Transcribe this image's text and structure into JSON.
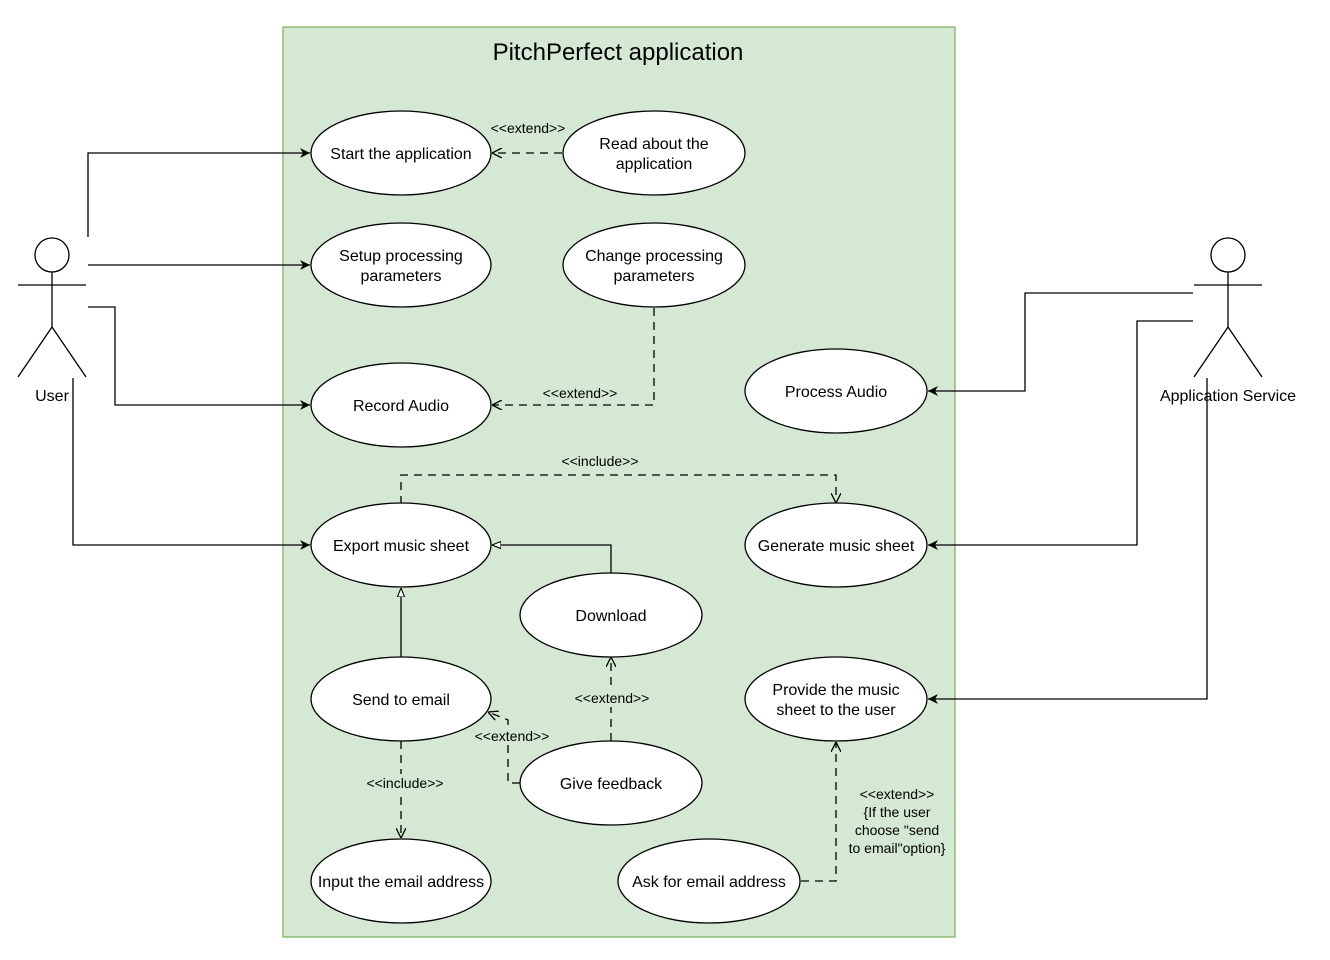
{
  "colors": {
    "system_fill": "#d5e8d4",
    "system_stroke": "#82b366",
    "line": "#000000",
    "ellipse_fill": "#ffffff"
  },
  "system": {
    "title": "PitchPerfect application"
  },
  "actors": {
    "user": {
      "label": "User"
    },
    "service": {
      "label": "Application Service"
    }
  },
  "use_cases": {
    "start": [
      "Start the application"
    ],
    "read_about": [
      "Read about the",
      "application"
    ],
    "setup": [
      "Setup processing",
      "parameters"
    ],
    "change": [
      "Change processing",
      "parameters"
    ],
    "record": [
      "Record Audio"
    ],
    "process": [
      "Process Audio"
    ],
    "export": [
      "Export music sheet"
    ],
    "generate": [
      "Generate music sheet"
    ],
    "download": [
      "Download"
    ],
    "send_email": [
      "Send to email"
    ],
    "provide": [
      "Provide the music",
      "sheet to the user"
    ],
    "feedback": [
      "Give feedback"
    ],
    "input_email": [
      "Input the email address"
    ],
    "ask_email": [
      "Ask for email address"
    ]
  },
  "relation_labels": {
    "extend_read": "<<extend>>",
    "extend_change": "<<extend>>",
    "include_generate": "<<include>>",
    "extend_download": "<<extend>>",
    "extend_send": "<<extend>>",
    "include_input": "<<include>>",
    "extend_provide": [
      "<<extend>>",
      "{If the user",
      "choose \"send",
      "to email\"option}"
    ]
  }
}
